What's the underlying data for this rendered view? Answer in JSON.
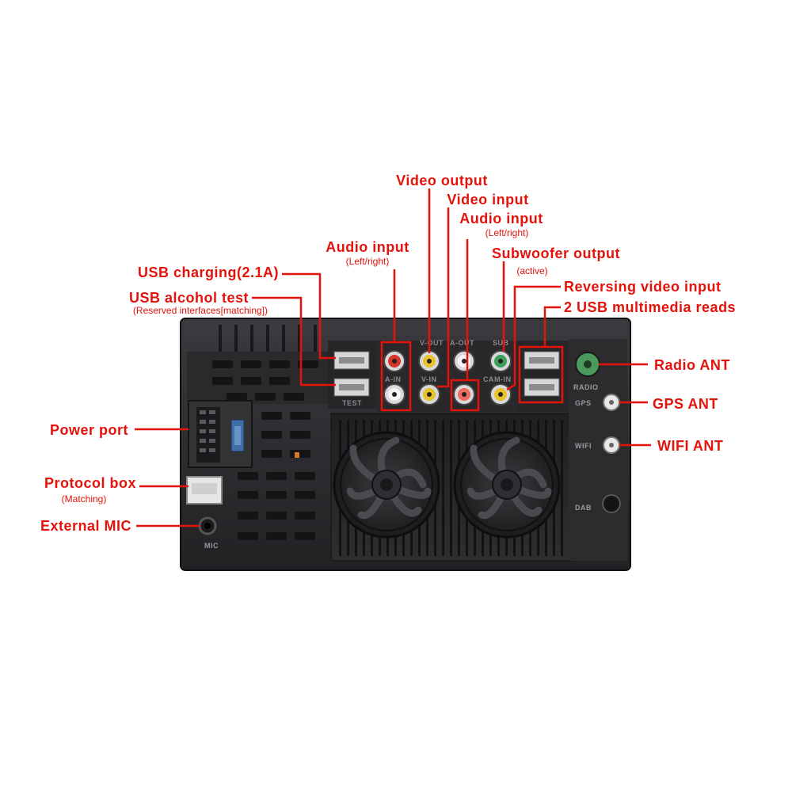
{
  "accent_color": "#e3120b",
  "device": {
    "body_color": "#2b2b2e",
    "printed_labels": {
      "radio": "RADIO",
      "gps": "GPS",
      "wifi": "WIFI",
      "dab": "DAB",
      "mic": "MIC",
      "test": "TEST",
      "video_out": "V-OUT",
      "video_in": "V-IN",
      "audio_out": "A-OUT",
      "audio_in": "A-IN",
      "sub": "SUB",
      "camera": "CAM-IN"
    }
  },
  "callouts": {
    "video_output": {
      "title": "Video output"
    },
    "video_input": {
      "title": "Video input"
    },
    "audio_input_right": {
      "title": "Audio input",
      "subtitle": "(Left/right)"
    },
    "audio_input_left": {
      "title": "Audio input",
      "subtitle": "(Left/right)"
    },
    "subwoofer_output": {
      "title": "Subwoofer output",
      "subtitle": "(active)"
    },
    "reversing_video_input": {
      "title": "Reversing video input"
    },
    "usb_multimedia": {
      "title": "2 USB multimedia reads"
    },
    "usb_charging": {
      "title": "USB charging(2.1A)"
    },
    "usb_alcohol_test": {
      "title": "USB alcohol test",
      "subtitle": "(Reserved interfaces[matching])"
    },
    "radio_ant": {
      "title": "Radio ANT"
    },
    "gps_ant": {
      "title": "GPS ANT"
    },
    "wifi_ant": {
      "title": "WIFI ANT"
    },
    "power_port": {
      "title": "Power port"
    },
    "protocol_box": {
      "title": "Protocol box",
      "subtitle": "(Matching)"
    },
    "external_mic": {
      "title": "External MIC"
    }
  }
}
